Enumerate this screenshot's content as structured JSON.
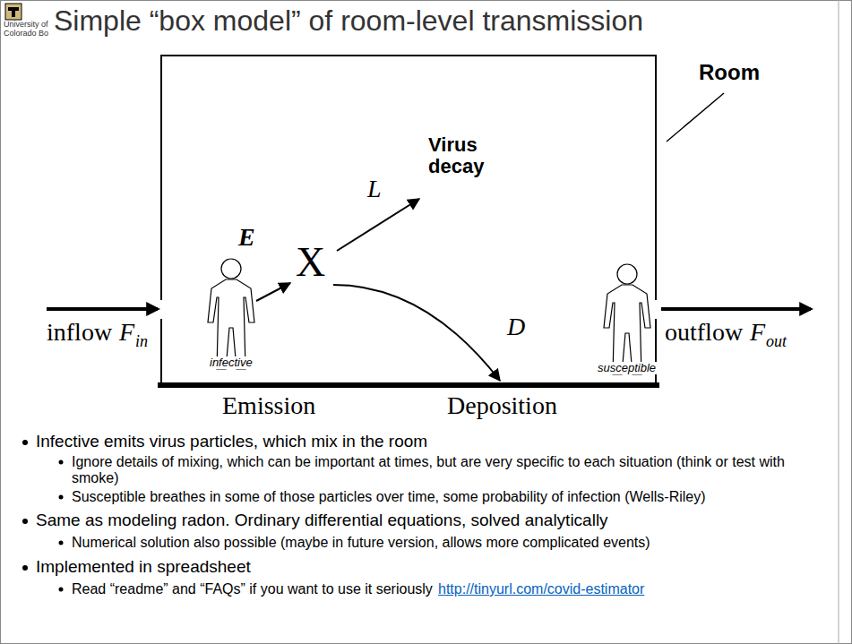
{
  "diagram": {
    "title": "Simple “box model” of room-level transmission",
    "nodes": [
      {
        "text": [
          "Room"
        ]
      }
    ],
    "labels": [
      "University of Colorado Bo",
      "Virus decay",
      "L",
      "E",
      "X",
      "inflow",
      "F",
      "in",
      "outflow",
      "F",
      "out",
      "infective",
      "D",
      "susceptible",
      "Emission",
      "Deposition",
      "Infective emits virus particles, which mix in the room",
      "Ignore details of mixing, which can be important at times, but are very specific to each situation (think or test with smoke)",
      "Susceptible breathes in some of those particles over time, some probability of infection (Wells-Riley)",
      "Same as modeling radon. Ordinary differential equations, solved analytically",
      "Numerical solution also possible (maybe in future version, allows more complicated events)",
      "Implemented in spreadsheet",
      "Read “readme” and “FAQs” if you want to use it seriously",
      "http://tinyurl.com/covid-estimator"
    ]
  }
}
